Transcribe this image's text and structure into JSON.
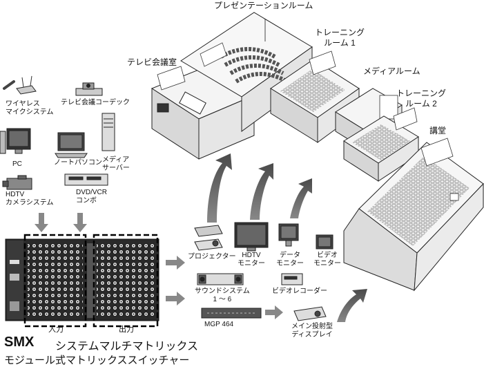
{
  "rooms": {
    "presentation": "プレゼンテーションルーム",
    "training1": [
      "トレーニング",
      "ルーム 1"
    ],
    "video_conf": "テレビ会議室",
    "media": "メディアルーム",
    "training2": [
      "トレーニング",
      "ルーム 2"
    ],
    "auditorium": "講堂"
  },
  "sources": {
    "wireless_mic": [
      "ワイヤレス",
      "マイクシステム"
    ],
    "codec": "テレビ会議コーデック",
    "pc": "PC",
    "notebook": "ノートパソコン",
    "media_server": [
      "メディア",
      "サーバー"
    ],
    "hdtv_camera": [
      "HDTV",
      "カメラシステム"
    ],
    "dvd_vcr": [
      "DVD/VCR",
      "コンボ"
    ]
  },
  "matrix": {
    "input": "入力",
    "output": "出力"
  },
  "outputs": {
    "projector": "プロジェクター",
    "hdtv_monitor": [
      "HDTV",
      "モニター"
    ],
    "data_monitor": [
      "データ",
      "モニター"
    ],
    "video_monitor": [
      "ビデオ",
      "モニター"
    ],
    "sound_system": [
      "サウンドシステム",
      "1 ～ 6"
    ],
    "video_recorder": "ビデオレコーダー",
    "mgp": "MGP 464",
    "main_display": [
      "メイン投射型",
      "ディスプレイ"
    ]
  },
  "title": {
    "brand": "SMX",
    "name": "システムマルチマトリックス",
    "subtitle": "モジュール式マトリックススイッチャー"
  }
}
